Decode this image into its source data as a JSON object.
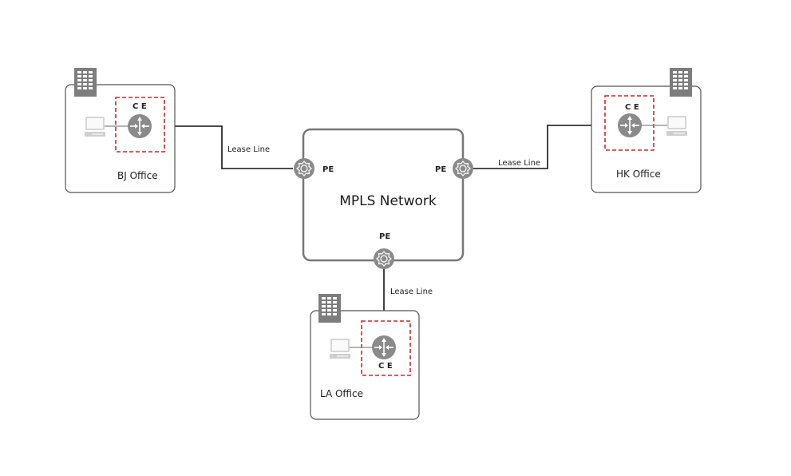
{
  "diagram": {
    "title": "MPLS Network",
    "pe_label": "PE",
    "ce_label": "C E",
    "link_label": "Lease Line",
    "colors": {
      "node_gray": "#8a8a8a",
      "building_gray": "#7d7d7d",
      "ce_border": "#d9222a",
      "box_border": "#555555",
      "link": "#111111"
    },
    "offices": [
      {
        "name": "BJ Office",
        "id": "bj"
      },
      {
        "name": "HK Office",
        "id": "hk"
      },
      {
        "name": "LA Office",
        "id": "la"
      }
    ],
    "links": [
      {
        "from": "BJ Office CE",
        "to": "PE (west)",
        "label": "Lease Line"
      },
      {
        "from": "HK Office CE",
        "to": "PE (east)",
        "label": "Lease Line"
      },
      {
        "from": "LA Office CE",
        "to": "PE (south)",
        "label": "Lease Line"
      }
    ]
  }
}
